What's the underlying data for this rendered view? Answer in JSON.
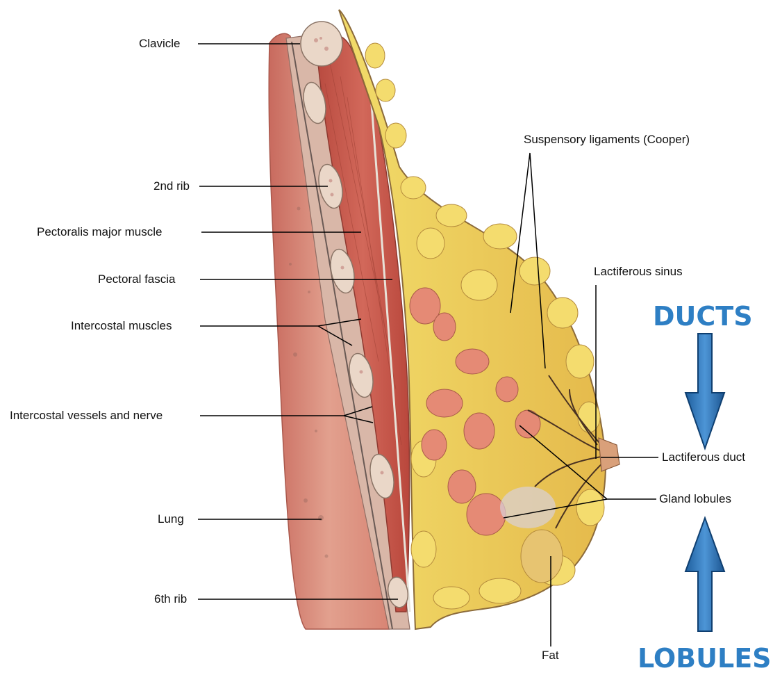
{
  "labels": {
    "clavicle": "Clavicle",
    "rib2": "2nd rib",
    "pectoralis_major": "Pectoralis major muscle",
    "pectoral_fascia": "Pectoral fascia",
    "intercostal_muscles": "Intercostal muscles",
    "intercostal_vessels": "Intercostal vessels and nerve",
    "lung": "Lung",
    "rib6": "6th rib",
    "suspensory": "Suspensory ligaments (Cooper)",
    "lactiferous_sinus": "Lactiferous sinus",
    "lactiferous_duct": "Lactiferous duct",
    "gland_lobules": "Gland lobules",
    "fat": "Fat"
  },
  "callouts": {
    "ducts": "DUCTS",
    "lobules": "LOBULES"
  },
  "colors": {
    "callout_text": "#2e7fc4",
    "arrow_fill": "#2e6fb8",
    "muscle": "#c9574a",
    "fat": "#e8c24a",
    "lung": "#d98a78",
    "gland": "#e8907a",
    "bone": "#e9d2c0"
  }
}
